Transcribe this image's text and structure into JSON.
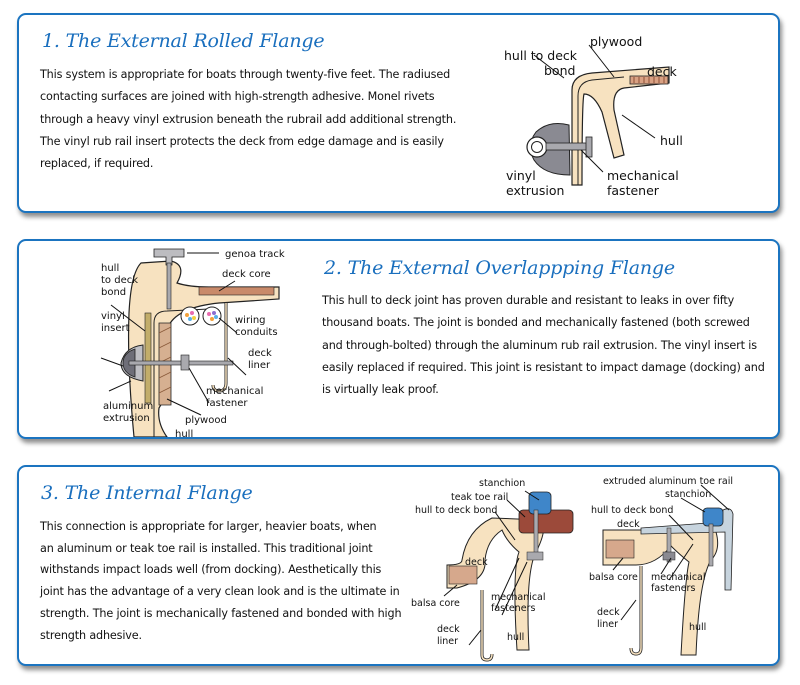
{
  "sections": [
    {
      "title": "1. The External Rolled Flange",
      "body_lines": [
        "This system is appropriate for boats through twenty-five feet. The radiused",
        "contacting surfaces are joined with high-strength adhesive. Monel rivets",
        "through a heavy vinyl extrusion beneath the rubrail add additional strength.",
        "The vinyl rub rail insert protects the deck from edge damage and is easily",
        "replaced, if required."
      ],
      "diagram_labels": {
        "plywood": "plywood",
        "hull_to_deck": "hull to deck",
        "bond": "bond",
        "deck": "deck",
        "hull": "hull",
        "vinyl": "vinyl",
        "extrusion": "extrusion",
        "mechanical": "mechanical",
        "fastener": "fastener"
      }
    },
    {
      "title": "2. The External Overlappping Flange",
      "body_lines": [
        "This hull to deck joint has proven durable and resistant to leaks in over fifty",
        "thousand boats. The joint is bonded and mechanically fastened (both screwed",
        "and through-bolted) through the aluminum rub rail extrusion. The vinyl insert is",
        "easily replaced if required. This joint is resistant to impact damage (docking) and",
        "is virtually leak proof."
      ],
      "diagram_labels": {
        "genoa_track": "genoa track",
        "hull": "hull",
        "to_deck": "to deck",
        "bond": "bond",
        "deck_core": "deck core",
        "vinyl": "vinyl",
        "insert": "insert",
        "wiring": "wiring",
        "conduits": "conduits",
        "deck": "deck",
        "liner": "liner",
        "mechanical": "mechanical",
        "fastener": "fastener",
        "aluminum": "aluminum",
        "extrusion": "extrusion",
        "plywood": "plywood",
        "hull_bottom": "hull"
      }
    },
    {
      "title": "3. The Internal Flange",
      "body_lines": [
        "This connection is appropriate for larger, heavier boats, when",
        "an aluminum or teak toe rail is installed. This traditional joint",
        "withstands impact loads well (from docking). Aesthetically this",
        "joint has the advantage of a very clean look and is the ultimate in",
        "strength. The joint is mechanically fastened and bonded with high",
        "strength adhesive."
      ],
      "diagram_a_labels": {
        "stanchion": "stanchion",
        "teak_toe_rail": "teak toe rail",
        "hull_to_deck_bond": "hull to deck bond",
        "deck": "deck",
        "balsa_core": "balsa core",
        "mechanical": "mechanical",
        "fasteners": "fasteners",
        "liner": "liner",
        "hull": "hull"
      },
      "diagram_b_labels": {
        "extruded_aluminum_toe_rail": "extruded aluminum toe rail",
        "stanchion": "stanchion",
        "hull_to_deck_bond": "hull to deck bond",
        "deck": "deck",
        "balsa_core": "balsa core",
        "mechanical": "mechanical",
        "fasteners": "fasteners",
        "deck_w": "deck",
        "liner": "liner",
        "hull": "hull"
      }
    }
  ],
  "colors": {
    "accent": "#1a6fbe",
    "border": "#1b74c0",
    "laminate": "#f7e2c0",
    "vinyl": "#8a8a92",
    "teak": "#9c4a3a",
    "stanchion": "#3f86c9"
  }
}
